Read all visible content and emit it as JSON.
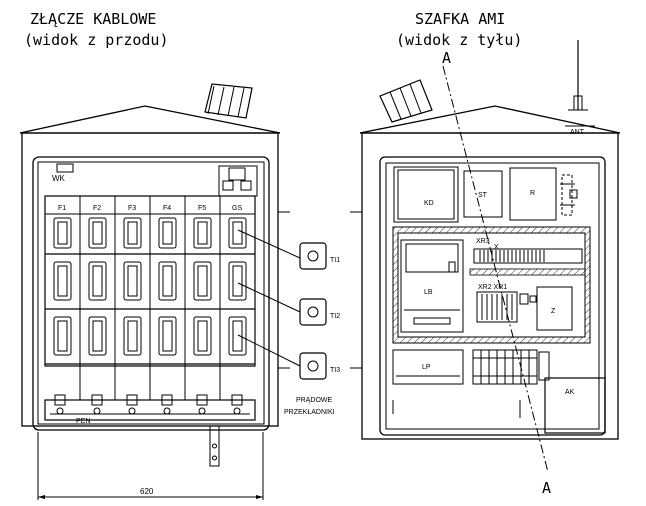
{
  "left_view": {
    "title": "ZŁĄCZE KABLOWE",
    "subtitle": "(widok z przodu)",
    "wk_label": "WK",
    "fuse_labels": [
      "F1",
      "F2",
      "F3",
      "F4",
      "F5",
      "GS"
    ],
    "pen_label": "PEN",
    "width_dim": "620"
  },
  "transformers": {
    "labels": [
      "TI1",
      "TI2",
      "TI3"
    ],
    "caption_line1": "PRĄDOWE",
    "caption_line2": "PRZEKŁADNIKI"
  },
  "right_view": {
    "title": "SZAFKA AMI",
    "subtitle": "(widok z tyłu)",
    "section_label": "A",
    "antenna_label": "ANT",
    "modules": {
      "kd": "KD",
      "st": "ST",
      "r": "R",
      "xr3": "XR3",
      "x": "X",
      "lb": "LB",
      "xr_small": "XR2 XR1",
      "z": "Z",
      "lp": "LP",
      "ak": "AK"
    }
  }
}
